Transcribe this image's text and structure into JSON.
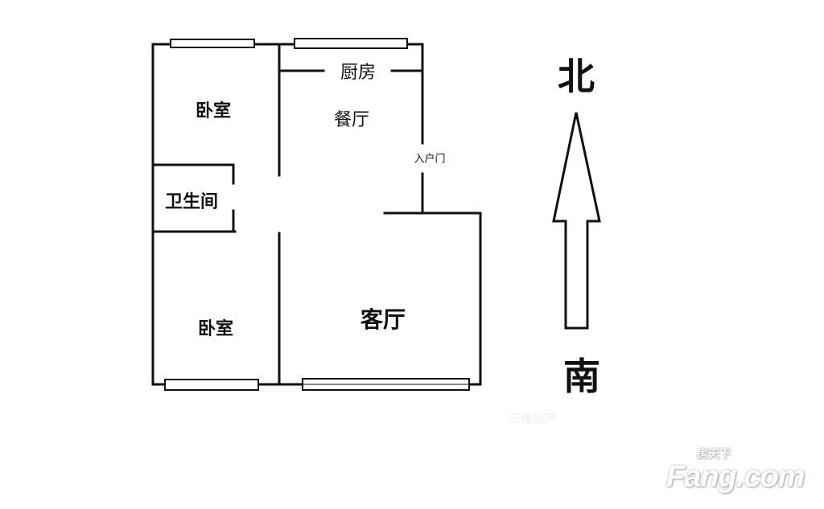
{
  "rooms": {
    "bedroom_north": "卧室",
    "kitchen": "厨房",
    "dining": "餐厅",
    "entrance_door": "入户门",
    "bathroom": "卫生间",
    "bedroom_south": "卧室",
    "living_room": "客厅"
  },
  "compass": {
    "north": "北",
    "south": "南"
  },
  "watermark": "三维地产",
  "logo": {
    "main": "Fang.com",
    "chinese": "房天下"
  },
  "colors": {
    "wall": "#111111",
    "background": "#ffffff"
  }
}
